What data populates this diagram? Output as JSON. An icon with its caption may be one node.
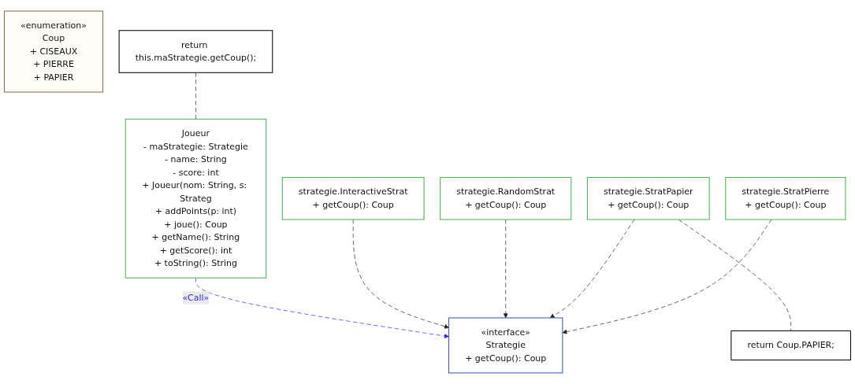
{
  "diagram": {
    "nodes": [
      {
        "text": [
          "«enumeration»",
          "Coup",
          "+ CISEAUX",
          "+ PIERRE",
          "+ PAPIER"
        ]
      },
      {
        "text": [
          "return this.maStrategie.getCoup();"
        ]
      },
      {
        "text": [
          "Joueur",
          "- maStrategie: Strategie",
          "- name: String",
          "- score: int",
          "+ Joueur(nom: String, s: Strateg",
          "+ addPoints(p: int)",
          "+ joue(): Coup",
          "+ getName(): String",
          "+ getScore(): int",
          "+ toString(): String"
        ]
      },
      {
        "text": [
          "«interface»",
          "Strategie",
          "+ getCoup(): Coup"
        ]
      },
      {
        "text": [
          "strategie.InteractiveStrat",
          "+ getCoup(): Coup"
        ]
      },
      {
        "text": [
          "strategie.RandomStrat",
          "+ getCoup(): Coup"
        ]
      },
      {
        "text": [
          "strategie.StratPapier",
          "+ getCoup(): Coup"
        ]
      },
      {
        "text": [
          "strategie.StratPierre",
          "+ getCoup(): Coup"
        ]
      },
      {
        "text": [
          "return Coup.PAPIER;"
        ]
      }
    ],
    "edges": [
      {
        "from": 1,
        "to": 2,
        "arrow": "none",
        "style": "dashed"
      },
      {
        "from": 2,
        "to": 3,
        "arrow": "to",
        "style": "dashed",
        "label": "«Call»",
        "color": "#2b2bf0"
      },
      {
        "from": 4,
        "to": 3,
        "arrow": "to",
        "style": "dashed"
      },
      {
        "from": 5,
        "to": 3,
        "arrow": "to",
        "style": "dashed"
      },
      {
        "from": 6,
        "to": 3,
        "arrow": "to",
        "style": "dashed"
      },
      {
        "from": 7,
        "to": 3,
        "arrow": "to",
        "style": "dashed"
      },
      {
        "from": 6,
        "to": 8,
        "arrow": "none",
        "style": "dashed"
      }
    ]
  }
}
